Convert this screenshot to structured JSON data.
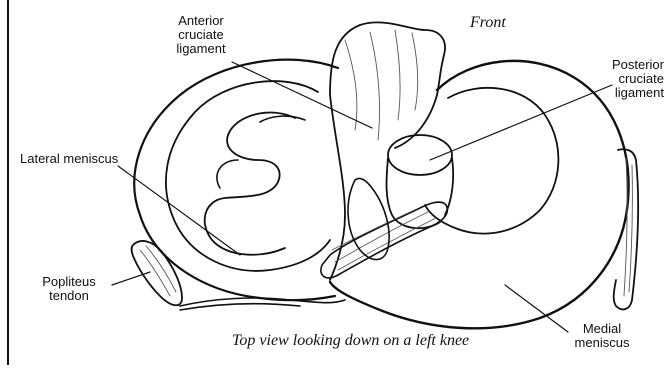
{
  "diagram": {
    "header": "Front",
    "caption": "Top view looking down on a left knee",
    "labels": {
      "acl": [
        "Anterior",
        "cruciate",
        "ligament"
      ],
      "pcl": [
        "Posterior",
        "cruciate",
        "ligament"
      ],
      "lateral_meniscus": [
        "Lateral meniscus"
      ],
      "popliteus_tendon": [
        "Popliteus",
        "tendon"
      ],
      "medial_meniscus": [
        "Medial",
        "meniscus"
      ]
    }
  }
}
